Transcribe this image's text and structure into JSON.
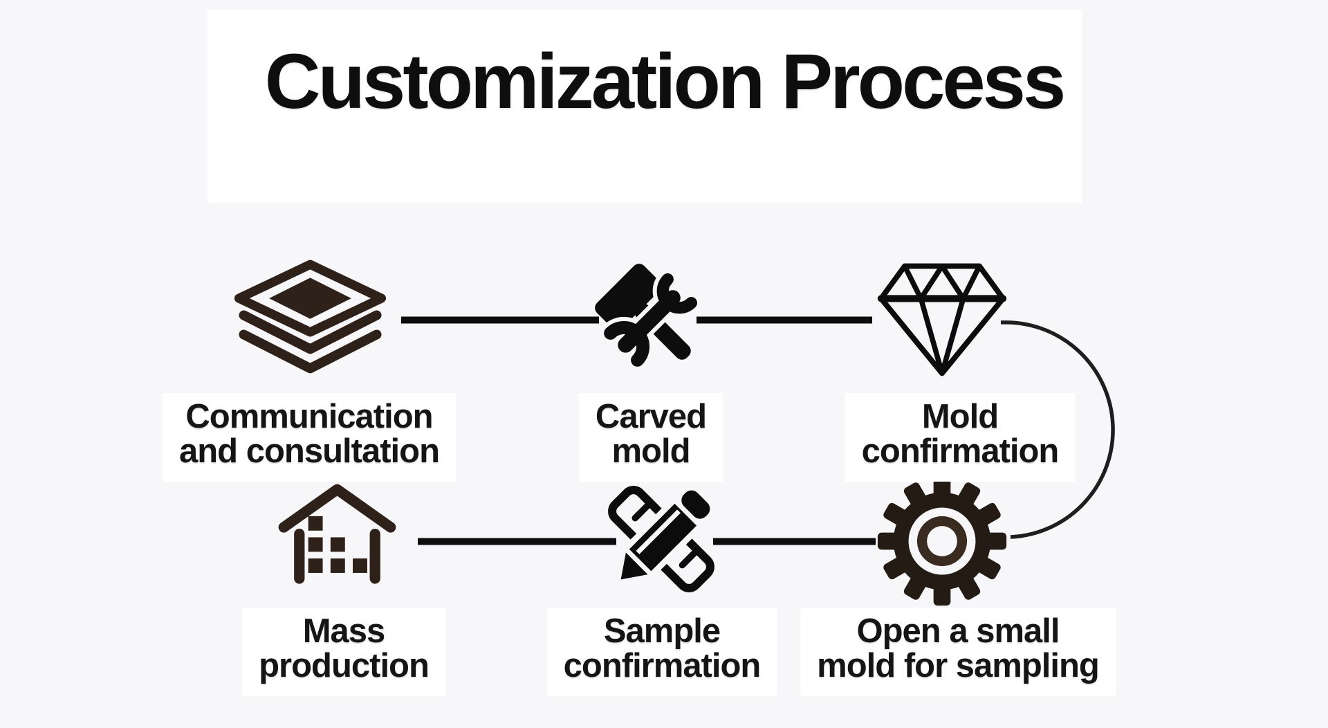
{
  "title": "Customization Process",
  "colors": {
    "background": "#f7f7fa",
    "panel": "#ffffff",
    "ink_black": "#0d0d0d",
    "icon_dark_brown": "#2e2119",
    "gear_inner_brown": "#3a2b21",
    "text": "#151515"
  },
  "steps": [
    {
      "icon": "layers-icon",
      "label_lines": [
        "Communication",
        "and consultation"
      ]
    },
    {
      "icon": "hammer-wrench-icon",
      "label_lines": [
        "Carved",
        "mold"
      ]
    },
    {
      "icon": "diamond-icon",
      "label_lines": [
        "Mold",
        "confirmation"
      ]
    },
    {
      "icon": "gear-icon",
      "label_lines": [
        "Open a small",
        "mold for sampling"
      ]
    },
    {
      "icon": "pencil-ruler-icon",
      "label_lines": [
        "Sample",
        "confirmation"
      ]
    },
    {
      "icon": "house-icon",
      "label_lines": [
        "Mass",
        "production"
      ]
    }
  ]
}
